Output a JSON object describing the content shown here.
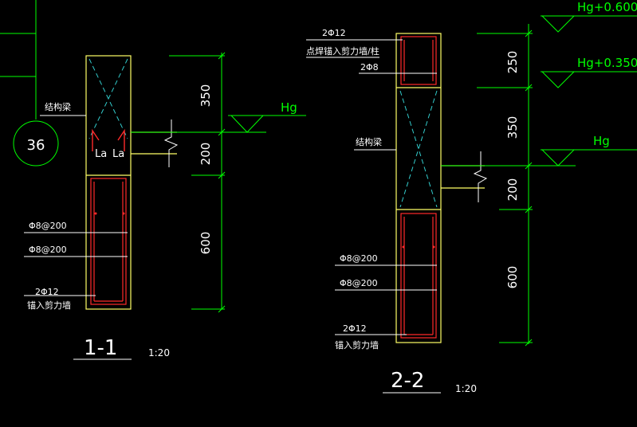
{
  "palette": {
    "background": "#000000",
    "green": "#00ff00",
    "yellow": "#ffff66",
    "white": "#ffffff",
    "red": "#ff2a2a",
    "cyan": "#33cccc"
  },
  "grid_bubble": {
    "label": "36"
  },
  "section_1": {
    "title": "1-1",
    "scale": "1:20",
    "dims": [
      "350",
      "200",
      "600"
    ],
    "level": "Hg",
    "beam_label": "结构梁",
    "anchor_marks": [
      "La",
      "La"
    ],
    "callouts": [
      {
        "text": "Φ8@200"
      },
      {
        "text": "Φ8@200"
      },
      {
        "text": "2Φ12",
        "sub": "锚入剪力墙"
      }
    ]
  },
  "section_2": {
    "title": "2-2",
    "scale": "1:20",
    "dims": [
      "250",
      "350",
      "200",
      "600"
    ],
    "levels": [
      "Hg+0.600",
      "Hg+0.350",
      "Hg"
    ],
    "beam_label": "结构梁",
    "callouts": [
      {
        "text": "2Φ12",
        "sub": "点焊锚入剪力墙/柱"
      },
      {
        "text": "2Φ8"
      },
      {
        "text": "Φ8@200"
      },
      {
        "text": "Φ8@200"
      },
      {
        "text": "2Φ12",
        "sub": "锚入剪力墙"
      }
    ]
  }
}
